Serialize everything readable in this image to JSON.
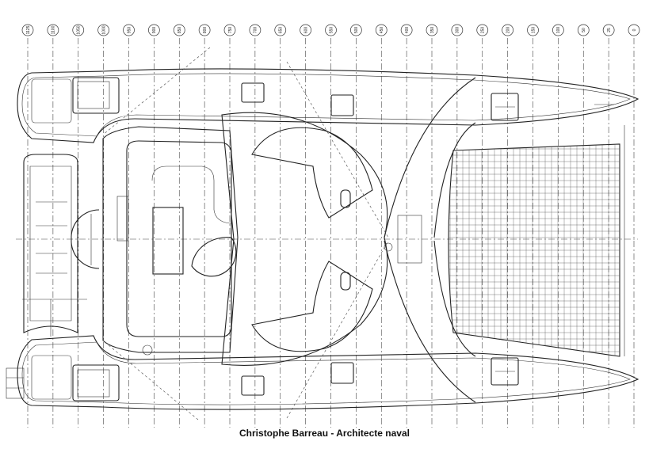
{
  "stations": [
    "1125",
    "1100",
    "1050",
    "1000",
    "950",
    "900",
    "850",
    "800",
    "750",
    "700",
    "650",
    "600",
    "550",
    "500",
    "450",
    "400",
    "350",
    "300",
    "250",
    "200",
    "150",
    "100",
    "50",
    "25",
    "0"
  ],
  "credit": "Christophe Barreau - Architecte naval"
}
